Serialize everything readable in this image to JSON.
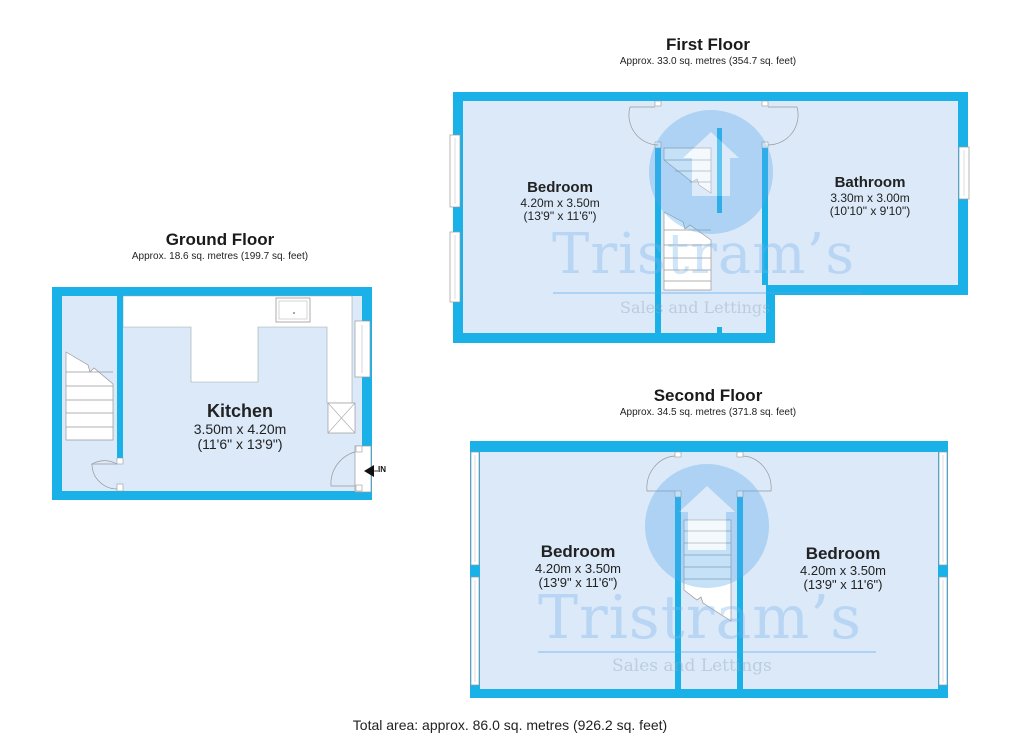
{
  "colors": {
    "wall": "#1ab0e8",
    "floor": "#dbe9f9",
    "window": "#ffffff",
    "watermark": "#7db8ec"
  },
  "watermark": {
    "brand": "Tristram’s",
    "tagline": "Sales and Lettings",
    "icon": "house-circle-icon"
  },
  "floors": {
    "ground": {
      "title": "Ground Floor",
      "area": "Approx. 18.6 sq. metres (199.7 sq. feet)",
      "rooms": [
        {
          "name": "Kitchen",
          "dim_m": "3.50m x 4.20m",
          "dim_ft": "(11'6\" x 13'9\")"
        }
      ],
      "entrance_label": "IN"
    },
    "first": {
      "title": "First Floor",
      "area": "Approx. 33.0 sq. metres (354.7 sq. feet)",
      "rooms": [
        {
          "name": "Bedroom",
          "dim_m": "4.20m x 3.50m",
          "dim_ft": "(13'9\" x 11'6\")"
        },
        {
          "name": "Bathroom",
          "dim_m": "3.30m x 3.00m",
          "dim_ft": "(10'10\" x 9'10\")"
        }
      ]
    },
    "second": {
      "title": "Second Floor",
      "area": "Approx. 34.5 sq. metres (371.8 sq. feet)",
      "rooms": [
        {
          "name": "Bedroom",
          "dim_m": "4.20m x 3.50m",
          "dim_ft": "(13'9\" x 11'6\")"
        },
        {
          "name": "Bedroom",
          "dim_m": "4.20m x 3.50m",
          "dim_ft": "(13'9\" x 11'6\")"
        }
      ]
    }
  },
  "total_area": "Total area: approx. 86.0 sq. metres (926.2 sq. feet)"
}
